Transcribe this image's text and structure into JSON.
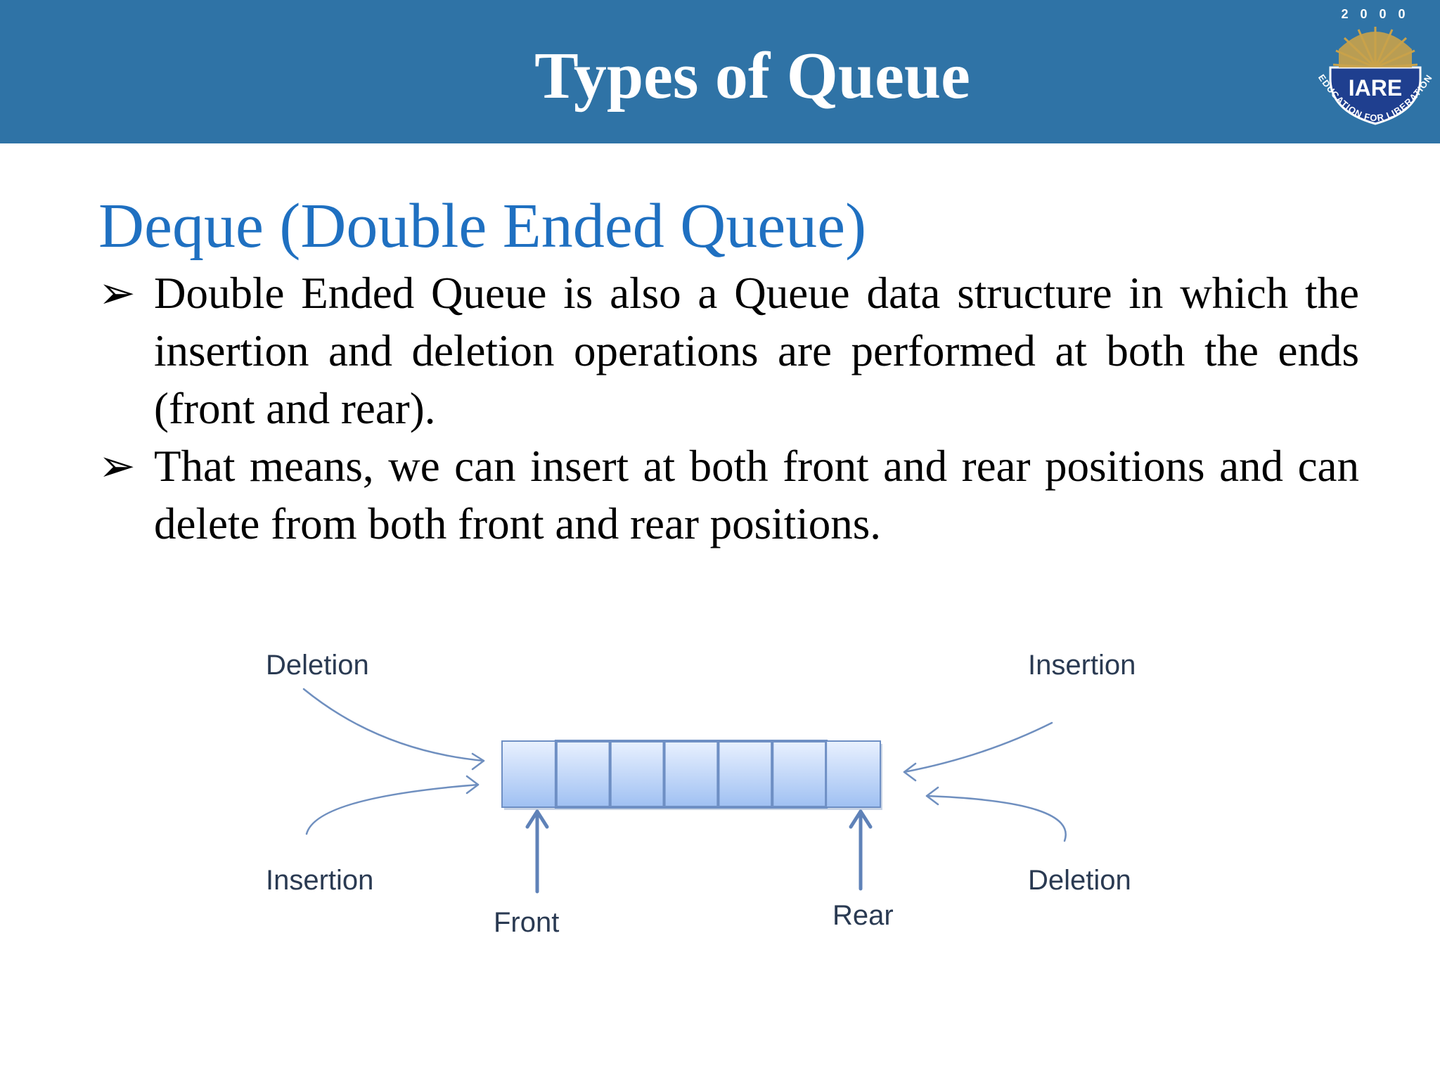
{
  "header": {
    "title": "Types of Queue"
  },
  "logo": {
    "year": "2 0 0 0",
    "name": "IARE",
    "motto": "EDUCATION FOR LIBERATION",
    "colors": {
      "sun": "#c9a24a",
      "shield": "#1f3f8f"
    }
  },
  "subtitle": "Deque (Double Ended Queue)",
  "bullets": [
    {
      "marker": "➢",
      "text": "Double Ended Queue is also a Queue data structure in which the insertion and deletion operations are performed at both the ends (front and rear)."
    },
    {
      "marker": "➢",
      "text": "That means, we can insert at both front and rear positions and can delete from both front and rear positions."
    }
  ],
  "diagram": {
    "labels": {
      "top_left": "Deletion",
      "bottom_left": "Insertion",
      "top_right": "Insertion",
      "bottom_right": "Deletion",
      "front": "Front",
      "rear": "Rear"
    },
    "cell_count": 7,
    "colors": {
      "arrow": "#6f8fbf",
      "cell_top": "#e9f1ff",
      "cell_bottom": "#9fc0f2",
      "cell_border": "#6e8fc4"
    }
  }
}
